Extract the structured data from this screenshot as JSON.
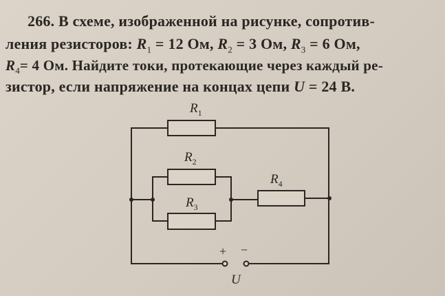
{
  "problem": {
    "number": "266.",
    "line1": " В схеме, изображенной на рисунке, сопротив-",
    "line2_a": "ления резисторов: ",
    "r1": "R",
    "r1_sub": "1",
    "r1_val": " = 12 Ом, ",
    "r2": "R",
    "r2_sub": "2",
    "r2_val": " = 3 Ом, ",
    "r3": "R",
    "r3_sub": "3",
    "r3_val": " = 6 Ом,",
    "r4": "R",
    "r4_sub": "4",
    "r4_val": "= 4 Ом. Найдите токи, протекающие через каждый ре-",
    "line4_a": "зистор, если напряжение на концах цепи ",
    "u": "U",
    "u_val": " = 24 В."
  },
  "diagram": {
    "r1_label": "R",
    "r1_sub": "1",
    "r2_label": "R",
    "r2_sub": "2",
    "r3_label": "R",
    "r3_sub": "3",
    "r4_label": "R",
    "r4_sub": "4",
    "plus": "+",
    "minus": "−",
    "u_label": "U"
  }
}
